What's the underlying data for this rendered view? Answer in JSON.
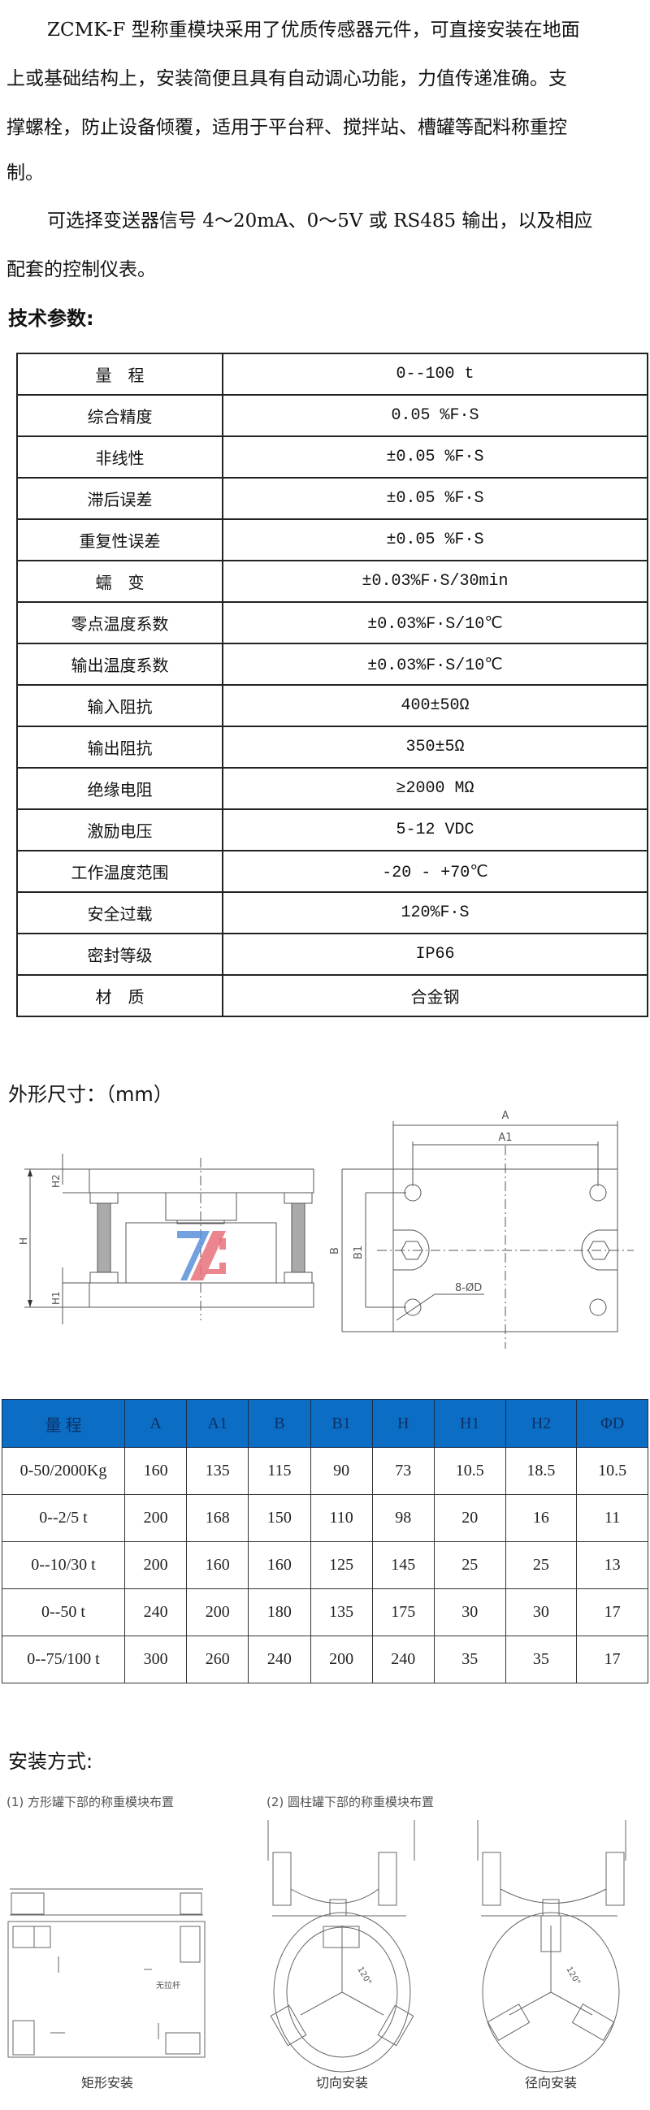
{
  "intro": {
    "lines": [
      "ZCMK-F 型称重模块采用了优质传感器元件，可直接安装在地面",
      "上或基础结构上，安装简便且具有自动调心功能，力值传递准确。支",
      "撑螺栓，防止设备倾覆，适用于平台秤、搅拌站、槽罐等配料称重控",
      "制。",
      "可选择变送器信号 4～20mA、0～5V 或 RS485 输出，以及相应",
      "配套的控制仪表。"
    ]
  },
  "specs": {
    "heading": "技术参数:",
    "rows": [
      {
        "label": "量　程",
        "value": "0--100 t"
      },
      {
        "label": "综合精度",
        "value": "0.05 %F·S"
      },
      {
        "label": "非线性",
        "value": "±0.05 %F·S"
      },
      {
        "label": "滞后误差",
        "value": "±0.05 %F·S"
      },
      {
        "label": "重复性误差",
        "value": "±0.05 %F·S"
      },
      {
        "label": "蠕　变",
        "value": "±0.03%F·S/30min"
      },
      {
        "label": "零点温度系数",
        "value": "±0.03%F·S/10℃"
      },
      {
        "label": "输出温度系数",
        "value": "±0.03%F·S/10℃"
      },
      {
        "label": "输入阻抗",
        "value": "400±50Ω"
      },
      {
        "label": "输出阻抗",
        "value": "350±5Ω"
      },
      {
        "label": "绝缘电阻",
        "value": "≥2000 MΩ"
      },
      {
        "label": "激励电压",
        "value": "5-12 VDC"
      },
      {
        "label": "工作温度范围",
        "value": "-20 - +70℃"
      },
      {
        "label": "安全过载",
        "value": "120%F·S"
      },
      {
        "label": "密封等级",
        "value": "IP66"
      },
      {
        "label": "材　质",
        "value": "合金钢"
      }
    ]
  },
  "dimensions": {
    "heading": "外形尺寸：（mm）",
    "drawing_labels": {
      "H": "H",
      "H1": "H1",
      "H2": "H2",
      "A": "A",
      "A1": "A1",
      "B": "B",
      "B1": "B1",
      "holes": "8-ØD"
    },
    "logo_colors": {
      "blue": "#5b8fd8",
      "red": "#e8707a"
    },
    "header_bg": "#0b6ec4",
    "header_text": "#0d2f66",
    "columns": [
      "量 程",
      "A",
      "A1",
      "B",
      "B1",
      "H",
      "H1",
      "H2",
      "ΦD"
    ],
    "rows": [
      [
        "0-50/2000Kg",
        "160",
        "135",
        "115",
        "90",
        "73",
        "10.5",
        "18.5",
        "10.5"
      ],
      [
        "0--2/5  t",
        "200",
        "168",
        "150",
        "110",
        "98",
        "20",
        "16",
        "11"
      ],
      [
        "0--10/30  t",
        "200",
        "160",
        "160",
        "125",
        "145",
        "25",
        "25",
        "13"
      ],
      [
        "0--50  t",
        "240",
        "200",
        "180",
        "135",
        "175",
        "30",
        "30",
        "17"
      ],
      [
        "0--75/100  t",
        "300",
        "260",
        "240",
        "200",
        "240",
        "35",
        "35",
        "17"
      ]
    ]
  },
  "installation": {
    "heading": "安装方式:",
    "square_title": "(1) 方形罐下部的称重模块布置",
    "cylinder_title": "(2) 圆柱罐下部的称重模块布置",
    "no_rod_label": "无拉杆",
    "angle_label": "120°",
    "captions": [
      "矩形安装",
      "切向安装",
      "径向安装"
    ]
  }
}
